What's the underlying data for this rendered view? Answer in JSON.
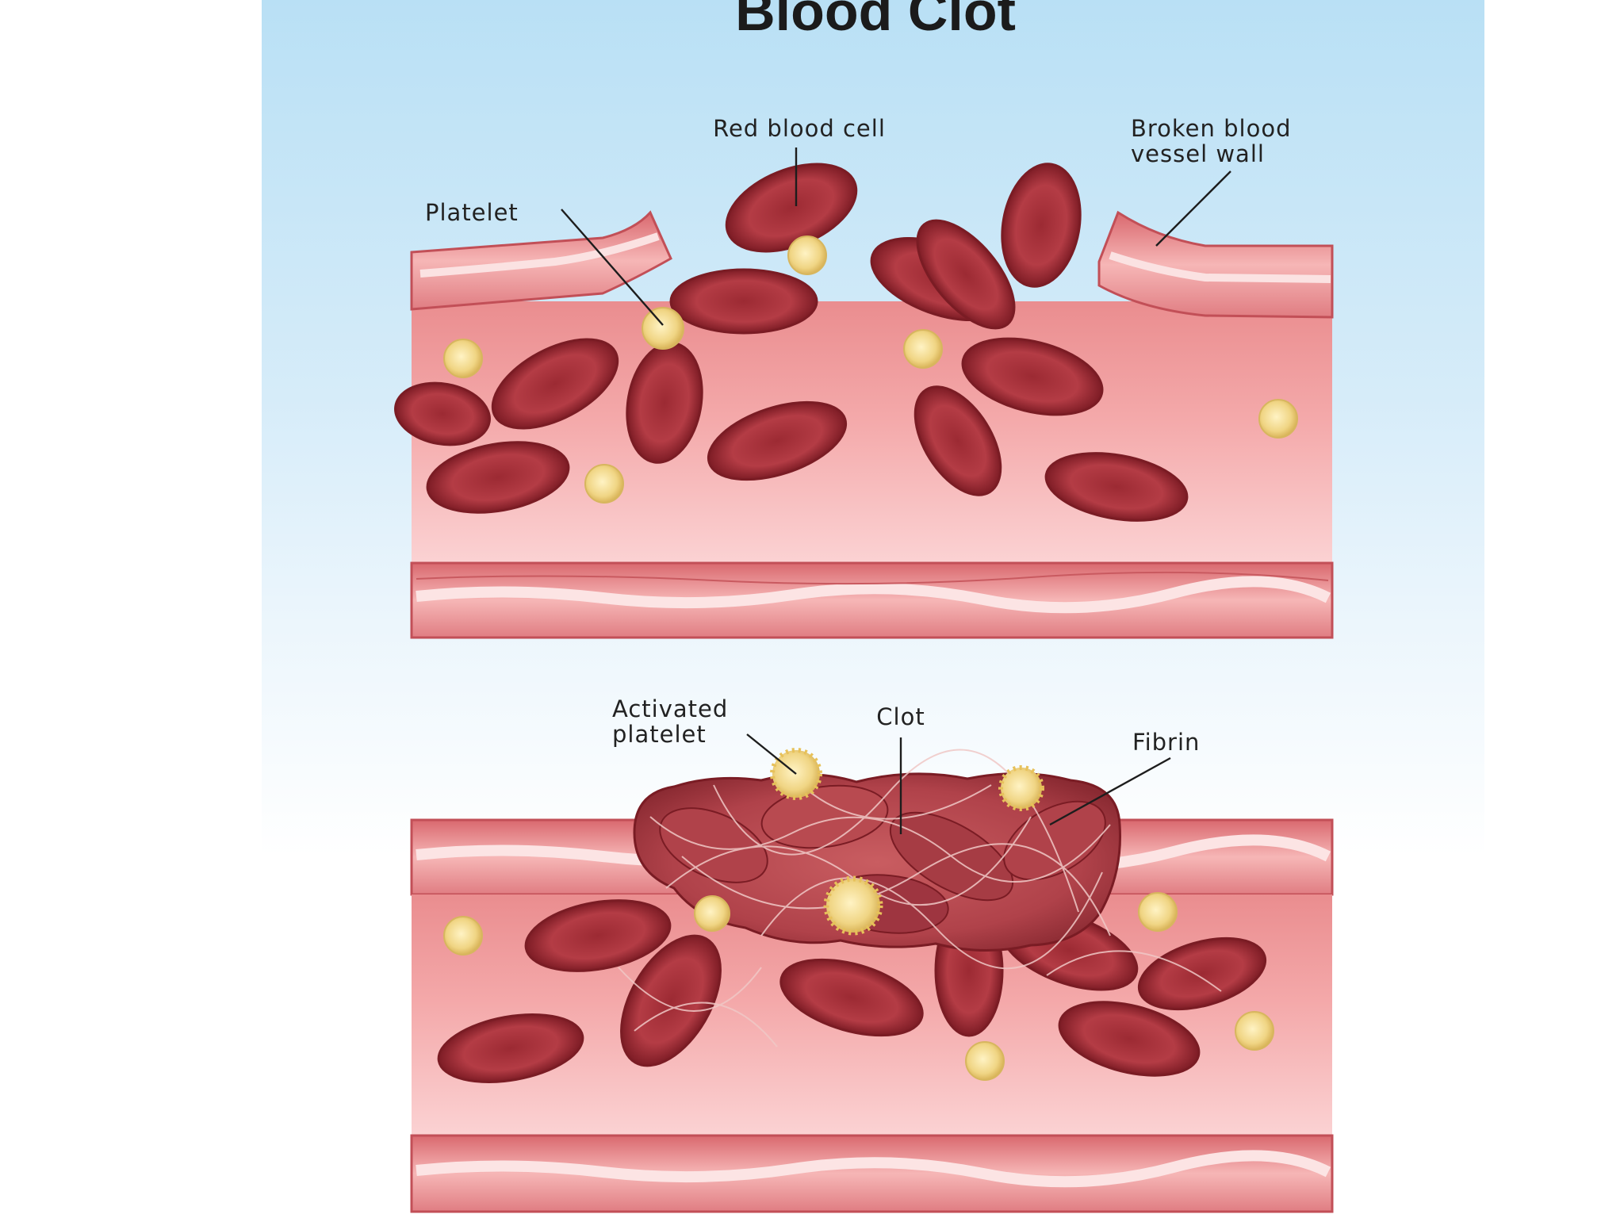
{
  "title": "Blood Clot",
  "top_panel": {
    "labels": {
      "red_blood_cell": "Red blood cell",
      "platelet": "Platelet",
      "broken_wall_line1": "Broken blood",
      "broken_wall_line2": "vessel wall"
    }
  },
  "bottom_panel": {
    "labels": {
      "activated_platelet_line1": "Activated",
      "activated_platelet_line2": "platelet",
      "clot": "Clot",
      "fibrin": "Fibrin"
    }
  },
  "colors": {
    "background_top": "#b9e0f5",
    "vessel_wall": "#e8878b",
    "vessel_lumen": "#f2a5a5",
    "red_blood_cell": "#a8313a",
    "platelet": "#f0d98a",
    "clot": "#b84a4f"
  }
}
